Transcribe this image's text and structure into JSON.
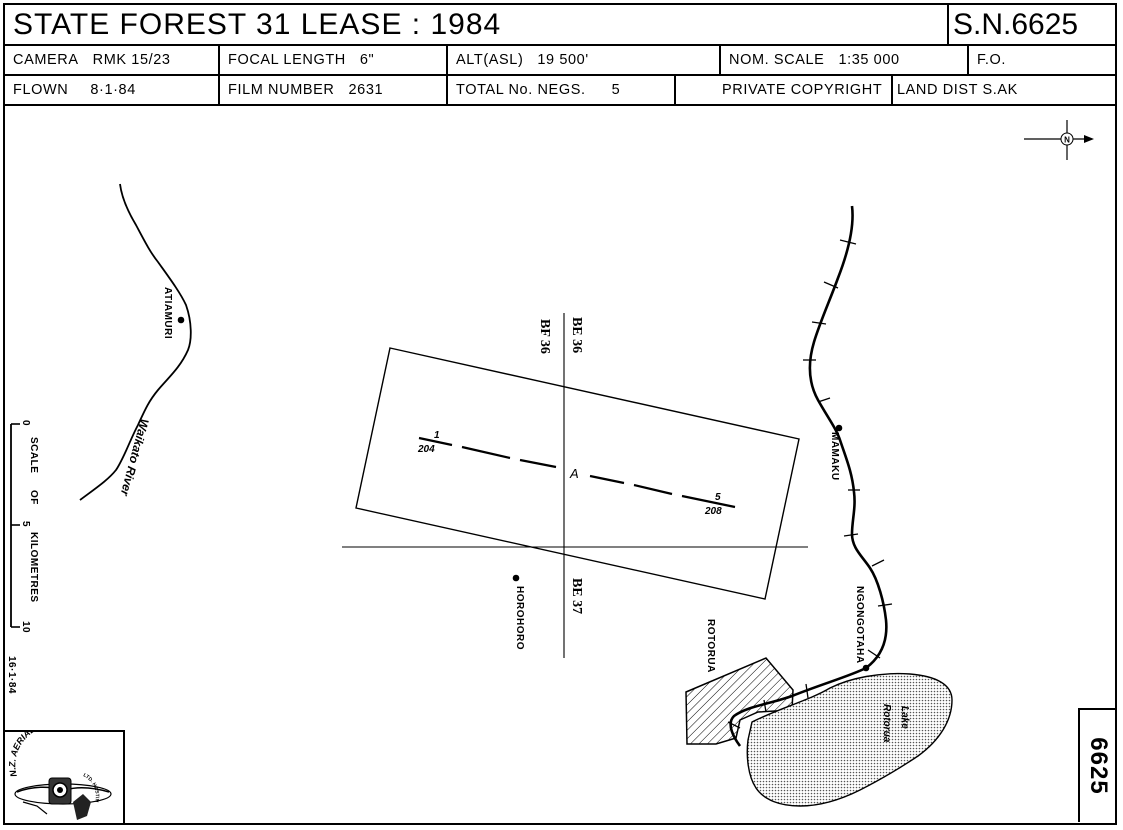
{
  "header": {
    "title": "STATE  FOREST  31  LEASE : 1984",
    "sheet_number": "S.N.6625"
  },
  "info_row_1": {
    "camera_label": "CAMERA",
    "camera_value": "RMK 15/23",
    "focal_label": "FOCAL LENGTH",
    "focal_value": "6\"",
    "alt_label": "ALT(ASL)",
    "alt_value": "19 500'",
    "scale_label": "NOM. SCALE",
    "scale_value": "1:35 000",
    "fo_label": "F.O."
  },
  "info_row_2": {
    "flown_label": "FLOWN",
    "flown_value": "8·1·84",
    "film_label": "FILM NUMBER",
    "film_value": "2631",
    "negs_label": "TOTAL No. NEGS.",
    "negs_value": "5",
    "copyright": "PRIVATE   COPYRIGHT",
    "land_dist": "LAND DIST  S.AK"
  },
  "map": {
    "places": {
      "atiamuri": "ATIAMURI",
      "waikato_river": "Waikato River",
      "mamaku": "MAMAKU",
      "ngongotaha": "NGONGOTAHA",
      "horohoro": "HOROHORO",
      "rotorua": "ROTORUA",
      "lake_rotorua_1": "Lake",
      "lake_rotorua_2": "Rotorua"
    },
    "grid": {
      "be36": "BE 36",
      "bf36": "BF 36",
      "be37": "BE 37"
    },
    "flight_line": {
      "run": "A",
      "start_frame": "1",
      "start_neg": "204",
      "end_frame": "5",
      "end_neg": "208"
    },
    "scale_bar": {
      "tick_0": "0",
      "tick_5": "5",
      "tick_10": "10",
      "label_scale": "SCALE",
      "label_of": "OF",
      "label_km": "KILOMETRES"
    },
    "compiled_date": "16·1·84",
    "north_symbol": "N"
  },
  "logo": {
    "top_text": "N.Z. AERIAL MAPPING",
    "sub_text": "LTD. HASTINGS"
  },
  "sheet_side_number": "6625"
}
